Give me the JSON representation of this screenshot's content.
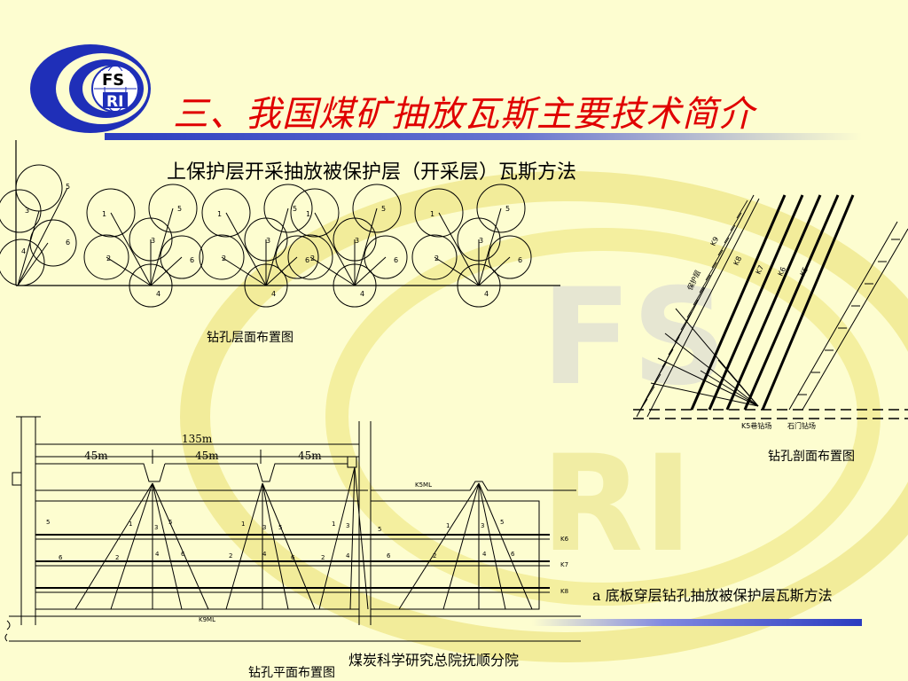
{
  "title": "三、我国煤矿抽放瓦斯主要技术简介",
  "subtitle": "上保护层开采抽放被保护层（开采层）瓦斯方法",
  "logo": {
    "line1": "FS",
    "line2": "RI"
  },
  "watermark": {
    "line1": "FS",
    "line2": "RI"
  },
  "captions": {
    "layer_plan": "钻孔层面布置图",
    "section": "钻孔剖面布置图",
    "plan": "钻孔平面布置图",
    "method_a": "a  底板穿层钻孔抽放被保护层瓦斯方法"
  },
  "footer": "煤炭科学研究总院抚顺分院",
  "layer_diagram": {
    "group1_labels": [
      "5",
      "3",
      "6",
      "4"
    ],
    "group_labels": [
      "1",
      "5",
      "3",
      "2",
      "6",
      "4"
    ]
  },
  "section_diagram": {
    "seams": [
      "K9",
      "K8",
      "K7",
      "K6",
      "K5"
    ],
    "protective_layer": "保护层",
    "site_k5": "K5巷钻场",
    "site_gate": "石门钻场"
  },
  "plan_diagram": {
    "total_distance": "135m",
    "spacings": [
      "45m",
      "45m",
      "45m"
    ],
    "roadway_top": "K5ML",
    "roadway_bottom": "K9ML",
    "seams": [
      "K6",
      "K7",
      "K8"
    ],
    "labels": [
      "5",
      "6",
      "1",
      "2",
      "3",
      "4"
    ]
  },
  "colors": {
    "title": "#e00000",
    "logo_blue": "#2a3cc0",
    "background": "#fdfdd0"
  }
}
